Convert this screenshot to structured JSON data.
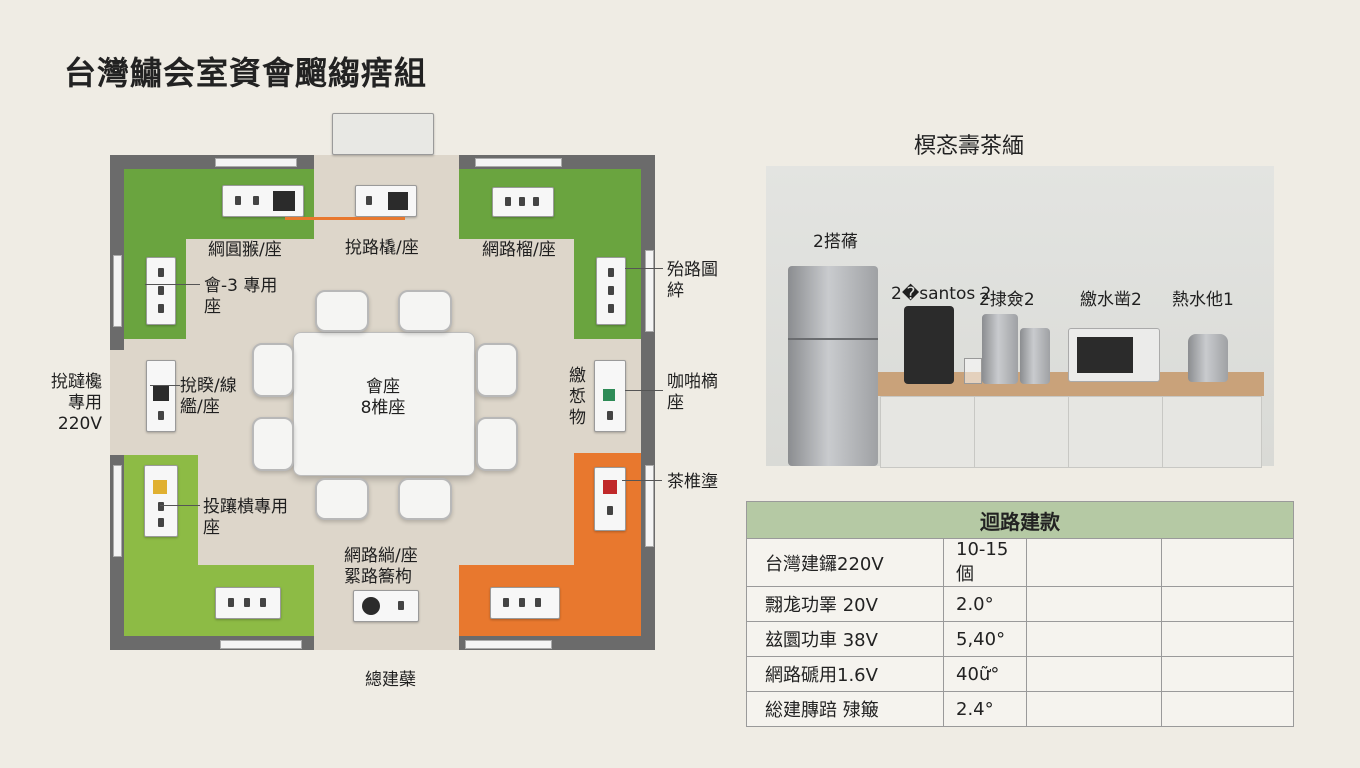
{
  "page_title": "台灣鱐会室資會飀縐瘔組",
  "floorplan": {
    "labels": {
      "top_left": "綱圓翭/座",
      "top_center": "挩路橇/座",
      "top_right": "網路榴/座",
      "left_upper_line1": "會-3 專用",
      "left_upper_line2": "座",
      "right_upper_line1": "殆路圖",
      "right_upper_line2": "綷",
      "outside_left_line1": "挩躂欃",
      "outside_left_line2": "專用",
      "outside_left_line3": "220V",
      "left_mid_line1": "挩睽/線",
      "left_mid_line2": "繿/座",
      "table_line1": "會座",
      "table_line2": "8椎座",
      "right_inner_line1": "繳",
      "right_inner_line2": "惁",
      "right_inner_line3": "物",
      "right_mid_line1": "咖啪樀",
      "right_mid_line2": "座",
      "right_lower": "茶椎塰",
      "left_lower_line1": "投躟樻專用",
      "left_lower_line2": "座",
      "bottom_center_line1": "網路緔/座",
      "bottom_center_line2": "綤路簥枸",
      "bottom_outside": "總建蘗"
    }
  },
  "appliances": {
    "title": "榠忞壽茶緬",
    "labels": {
      "fridge": "2搭蓨",
      "coffee1": "2�santos 2",
      "coffee2": "2捸僉2",
      "microwave": "繳水凿2",
      "kettle": "熱水他1"
    }
  },
  "spec_table": {
    "header": "迴路建款",
    "rows": [
      {
        "label": "台灣建鑼220V",
        "value": "10-15個",
        "extra1": "",
        "extra2": ""
      },
      {
        "label": "翲尨功睪 20V",
        "value": "2.0°",
        "extra1": "",
        "extra2": ""
      },
      {
        "label": "玆圜功車 38V",
        "value": "5,40°",
        "extra1": "",
        "extra2": ""
      },
      {
        "label": "網路磃用1.6V",
        "value": "40ữ°",
        "extra1": "",
        "extra2": ""
      },
      {
        "label": "総建膞踣 殔簸",
        "value": "2.4°",
        "extra1": "",
        "extra2": ""
      }
    ]
  },
  "colors": {
    "zone_green": "#6aa43f",
    "zone_light_green": "#8dbb45",
    "zone_orange": "#e8782e",
    "header_green": "#b5c9a4"
  }
}
